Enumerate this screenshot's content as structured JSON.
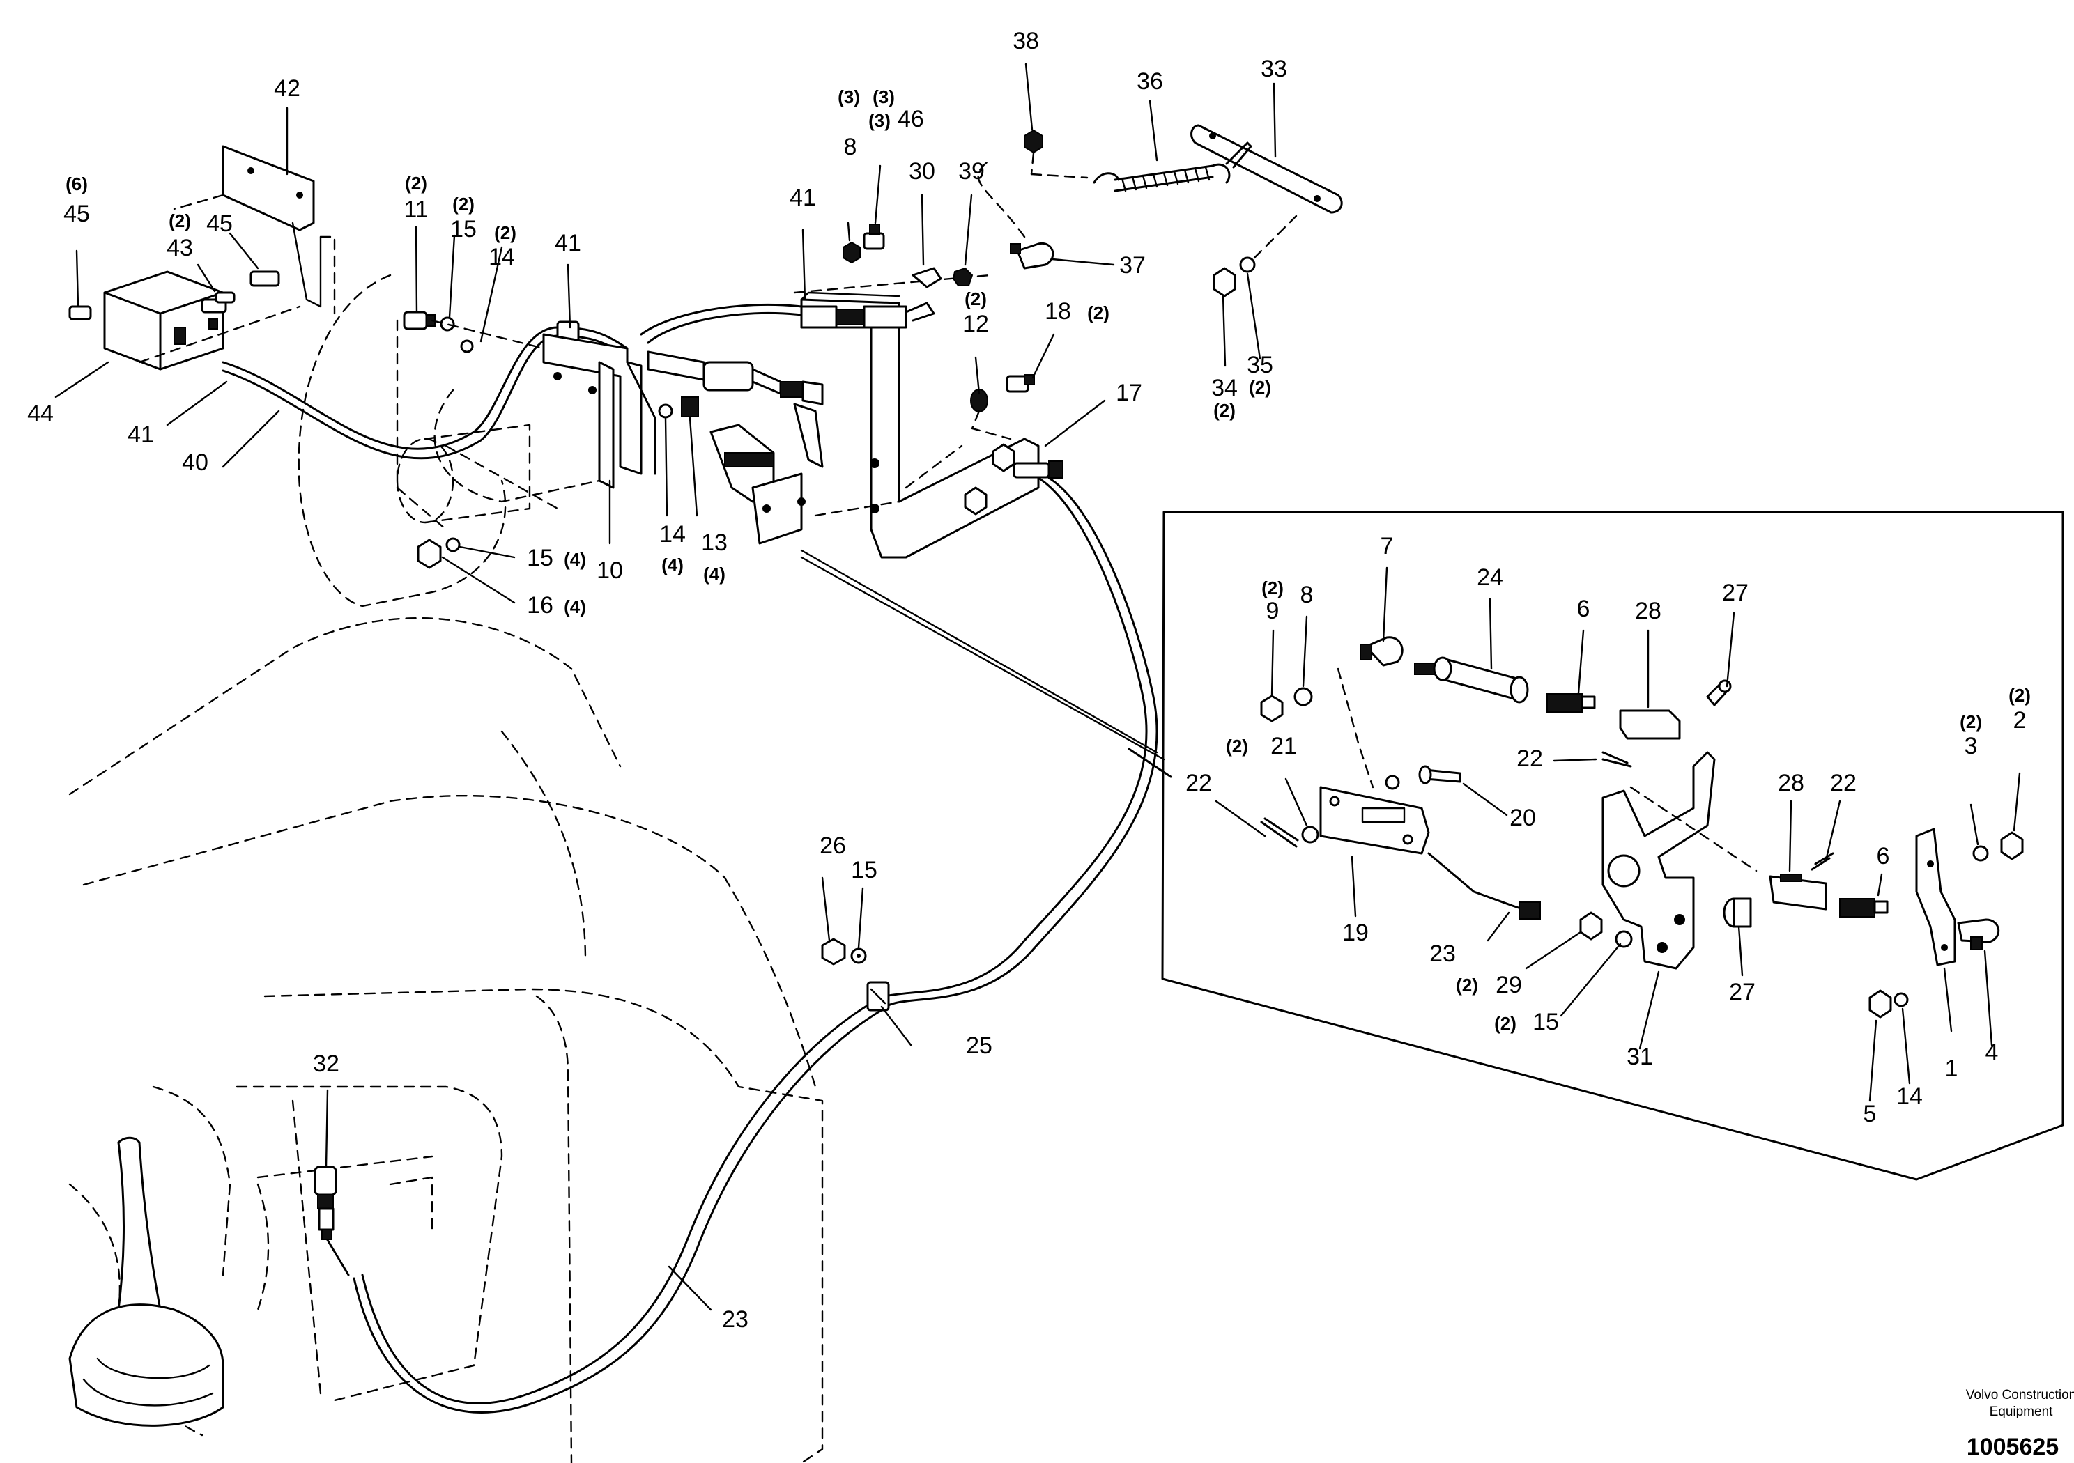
{
  "labels": [
    {
      "id": "p1",
      "text": "1"
    },
    {
      "id": "p2",
      "text": "2"
    },
    {
      "id": "p2q",
      "text": "(2)"
    },
    {
      "id": "p3",
      "text": "3"
    },
    {
      "id": "p3q",
      "text": "(2)"
    },
    {
      "id": "p4",
      "text": "4"
    },
    {
      "id": "p5",
      "text": "5"
    },
    {
      "id": "p6a",
      "text": "6"
    },
    {
      "id": "p6b",
      "text": "6"
    },
    {
      "id": "p7",
      "text": "7"
    },
    {
      "id": "p8a",
      "text": "8"
    },
    {
      "id": "p8aq",
      "text": "(3)"
    },
    {
      "id": "p8b",
      "text": "8"
    },
    {
      "id": "p9",
      "text": "9"
    },
    {
      "id": "p9q",
      "text": "(2)"
    },
    {
      "id": "p10",
      "text": "10"
    },
    {
      "id": "p11",
      "text": "11"
    },
    {
      "id": "p11q",
      "text": "(2)"
    },
    {
      "id": "p12",
      "text": "12"
    },
    {
      "id": "p12q",
      "text": "(2)"
    },
    {
      "id": "p13",
      "text": "13"
    },
    {
      "id": "p13q",
      "text": "(4)"
    },
    {
      "id": "p14a",
      "text": "14"
    },
    {
      "id": "p14aq",
      "text": "(2)"
    },
    {
      "id": "p14b",
      "text": "14"
    },
    {
      "id": "p14bq",
      "text": "(4)"
    },
    {
      "id": "p14c",
      "text": "14"
    },
    {
      "id": "p15a",
      "text": "15"
    },
    {
      "id": "p15aq",
      "text": "(2)"
    },
    {
      "id": "p15b",
      "text": "15"
    },
    {
      "id": "p15bq",
      "text": "(4)"
    },
    {
      "id": "p15c",
      "text": "15"
    },
    {
      "id": "p15d",
      "text": "15"
    },
    {
      "id": "p15dq",
      "text": "(2)"
    },
    {
      "id": "p16",
      "text": "16"
    },
    {
      "id": "p16q",
      "text": "(4)"
    },
    {
      "id": "p17",
      "text": "17"
    },
    {
      "id": "p18",
      "text": "18"
    },
    {
      "id": "p18q",
      "text": "(2)"
    },
    {
      "id": "p19",
      "text": "19"
    },
    {
      "id": "p20",
      "text": "20"
    },
    {
      "id": "p21",
      "text": "21"
    },
    {
      "id": "p21q",
      "text": "(2)"
    },
    {
      "id": "p22a",
      "text": "22"
    },
    {
      "id": "p22b",
      "text": "22"
    },
    {
      "id": "p22c",
      "text": "22"
    },
    {
      "id": "p23a",
      "text": "23"
    },
    {
      "id": "p23b",
      "text": "23"
    },
    {
      "id": "p24",
      "text": "24"
    },
    {
      "id": "p25",
      "text": "25"
    },
    {
      "id": "p26",
      "text": "26"
    },
    {
      "id": "p27a",
      "text": "27"
    },
    {
      "id": "p27b",
      "text": "27"
    },
    {
      "id": "p28a",
      "text": "28"
    },
    {
      "id": "p28b",
      "text": "28"
    },
    {
      "id": "p29",
      "text": "29"
    },
    {
      "id": "p29q",
      "text": "(2)"
    },
    {
      "id": "p30",
      "text": "30"
    },
    {
      "id": "p31",
      "text": "31"
    },
    {
      "id": "p32",
      "text": "32"
    },
    {
      "id": "p33",
      "text": "33"
    },
    {
      "id": "p34",
      "text": "34"
    },
    {
      "id": "p34q",
      "text": "(2)"
    },
    {
      "id": "p35",
      "text": "35"
    },
    {
      "id": "p35q",
      "text": "(2)"
    },
    {
      "id": "p36",
      "text": "36"
    },
    {
      "id": "p37",
      "text": "37"
    },
    {
      "id": "p38",
      "text": "38"
    },
    {
      "id": "p39",
      "text": "39"
    },
    {
      "id": "p40",
      "text": "40"
    },
    {
      "id": "p41a",
      "text": "41"
    },
    {
      "id": "p41b",
      "text": "41"
    },
    {
      "id": "p41c",
      "text": "41"
    },
    {
      "id": "p42",
      "text": "42"
    },
    {
      "id": "p43",
      "text": "43"
    },
    {
      "id": "p43q",
      "text": "(2)"
    },
    {
      "id": "p44",
      "text": "44"
    },
    {
      "id": "p45a",
      "text": "45"
    },
    {
      "id": "p45aq",
      "text": "(6)"
    },
    {
      "id": "p45b",
      "text": "45"
    },
    {
      "id": "p46",
      "text": "46"
    },
    {
      "id": "p46q",
      "text": "(3)"
    },
    {
      "id": "p46q2",
      "text": "(3)"
    }
  ],
  "footer": {
    "brand_line1": "Volvo Construction",
    "brand_line2": "Equipment",
    "doc_number": "1005625"
  }
}
